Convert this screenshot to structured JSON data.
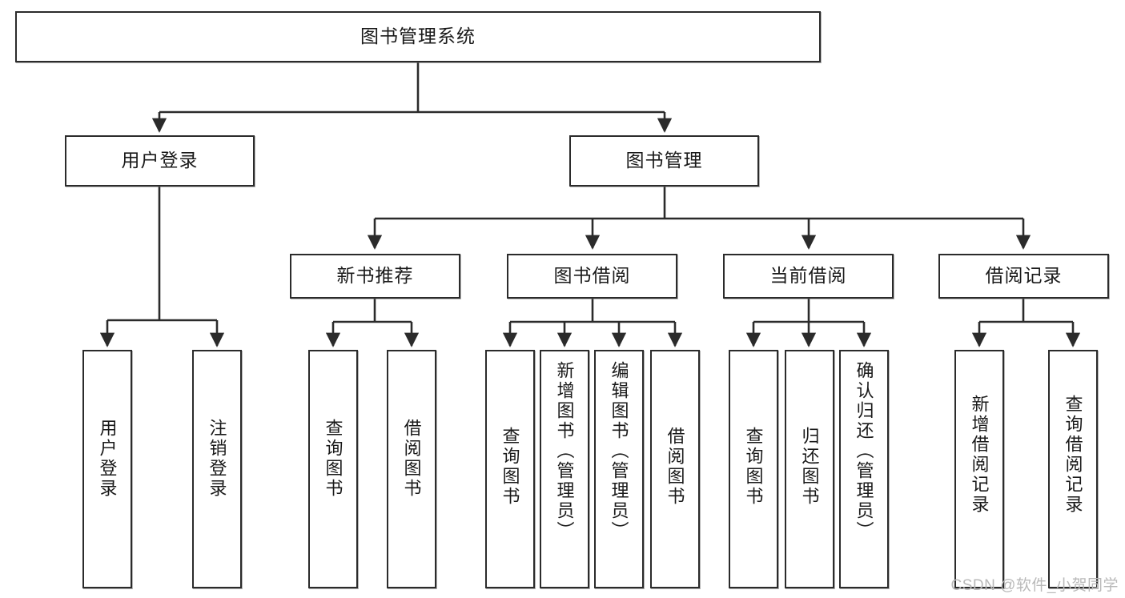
{
  "diagram": {
    "title": "图书管理系统",
    "type": "tree-hierarchy",
    "watermark": "CSDN @软件_小贺同学",
    "colors": {
      "stroke": "#2b2b2b",
      "fill": "#ffffff",
      "text": "#1a1a1a",
      "watermark": "#b9b9b9"
    },
    "levels": {
      "level0": [
        {
          "id": "root",
          "label": "图书管理系统"
        }
      ],
      "level1": [
        {
          "id": "user-login",
          "label": "用户登录"
        },
        {
          "id": "book-manage",
          "label": "图书管理"
        }
      ],
      "level2": [
        {
          "id": "new-book-recommend",
          "label": "新书推荐",
          "parent": "book-manage"
        },
        {
          "id": "book-borrow",
          "label": "图书借阅",
          "parent": "book-manage"
        },
        {
          "id": "current-borrow",
          "label": "当前借阅",
          "parent": "book-manage"
        },
        {
          "id": "borrow-record",
          "label": "借阅记录",
          "parent": "book-manage"
        }
      ],
      "level3": [
        {
          "id": "leaf-user-login",
          "label": "用户登录",
          "parent": "user-login"
        },
        {
          "id": "leaf-logout-login",
          "label": "注销登录",
          "parent": "user-login"
        },
        {
          "id": "leaf-query-book-1",
          "label": "查询图书",
          "parent": "new-book-recommend"
        },
        {
          "id": "leaf-borrow-book-1",
          "label": "借阅图书",
          "parent": "new-book-recommend"
        },
        {
          "id": "leaf-query-book-2",
          "label": "查询图书",
          "parent": "book-borrow"
        },
        {
          "id": "leaf-add-book",
          "label": "新增图书（管理员）",
          "parent": "book-borrow"
        },
        {
          "id": "leaf-edit-book",
          "label": "编辑图书（管理员）",
          "parent": "book-borrow"
        },
        {
          "id": "leaf-borrow-book-2",
          "label": "借阅图书",
          "parent": "book-borrow"
        },
        {
          "id": "leaf-query-book-3",
          "label": "查询图书",
          "parent": "current-borrow"
        },
        {
          "id": "leaf-return-book",
          "label": "归还图书",
          "parent": "current-borrow"
        },
        {
          "id": "leaf-confirm-return",
          "label": "确认归还（管理员）",
          "parent": "current-borrow"
        },
        {
          "id": "leaf-add-record",
          "label": "新增借阅记录",
          "parent": "borrow-record"
        },
        {
          "id": "leaf-query-record",
          "label": "查询借阅记录",
          "parent": "borrow-record"
        }
      ]
    }
  }
}
